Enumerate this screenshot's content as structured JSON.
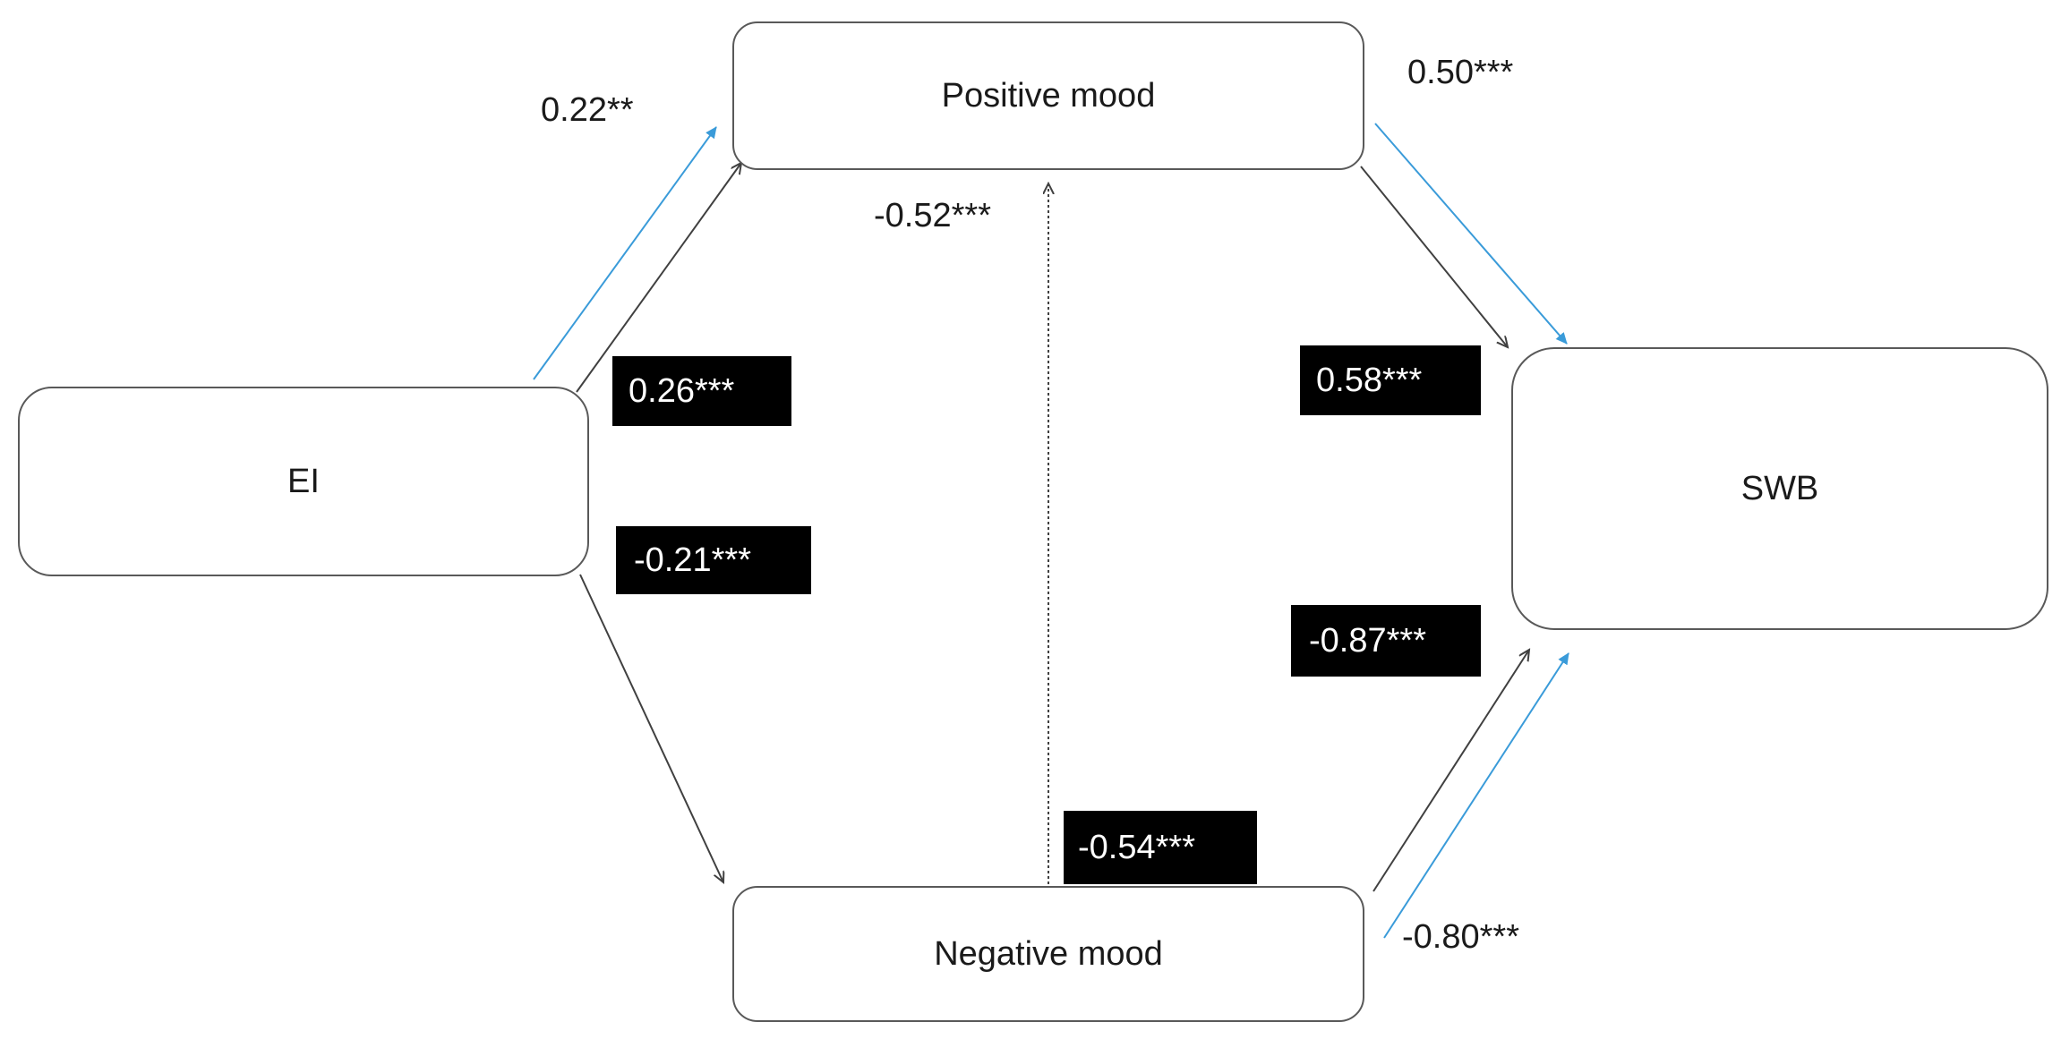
{
  "nodes": {
    "ei": "EI",
    "positive_mood": "Positive mood",
    "negative_mood": "Negative mood",
    "swb": "SWB"
  },
  "coefficients": {
    "ei_to_positive_blue": "0.22**",
    "ei_to_positive_black": "0.26***",
    "ei_to_negative": "-0.21***",
    "negative_to_positive_plain": "-0.52***",
    "negative_to_positive_boxed": "-0.54***",
    "positive_to_swb_blue": "0.50***",
    "positive_to_swb_black": "0.58***",
    "negative_to_swb_black": "-0.87***",
    "negative_to_swb_blue": "-0.80***"
  },
  "colors": {
    "blue_path": "#3a9bd9",
    "black_path": "#404040",
    "node_border": "#595959",
    "label_box": "#000000"
  }
}
